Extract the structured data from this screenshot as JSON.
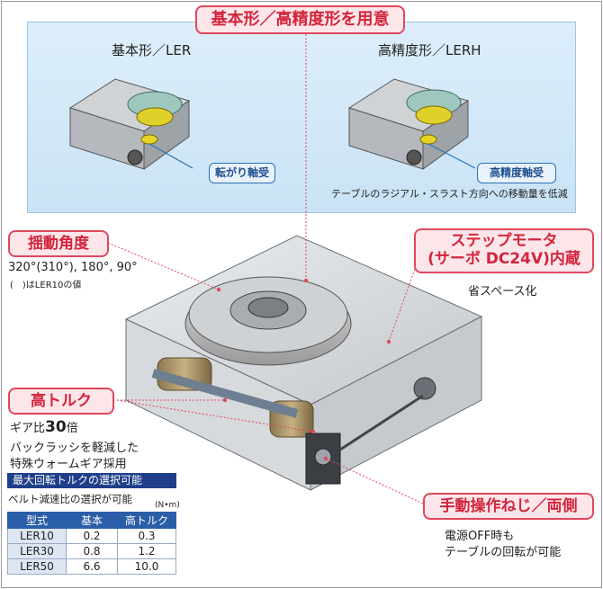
{
  "header": {
    "title": "基本形／高精度形を用意"
  },
  "variants": {
    "basic": {
      "label": "基本形／LER",
      "bearing_badge": "転がり軸受"
    },
    "precision": {
      "label": "高精度形／LERH",
      "bearing_badge": "高精度軸受",
      "note": "テーブルのラジアル・スラスト方向への移動量を低減"
    }
  },
  "features": {
    "swing": {
      "title": "揺動角度",
      "angles": "320°(310°), 180°, 90°",
      "note": "(　)はLER10の値"
    },
    "motor": {
      "title_line1": "ステップモータ",
      "title_line2": "(サーボ DC24V)内蔵",
      "note": "省スペース化"
    },
    "torque": {
      "title": "高トルク",
      "gear_ratio_prefix": "ギア比",
      "gear_ratio_value": "30",
      "gear_ratio_suffix": "倍",
      "line2": "バックラッシを軽減した",
      "line3": "特殊ウォームギア採用"
    },
    "manual": {
      "title": "手動操作ねじ／両側",
      "line1": "電源OFF時も",
      "line2": "テーブルの回転が可能"
    }
  },
  "torque_table": {
    "header": "最大回転トルクの選択可能",
    "subtitle": "ベルト減速比の選択が可能",
    "unit": "(N•m)",
    "columns": [
      "型式",
      "基本",
      "高トルク"
    ],
    "rows": [
      [
        "LER10",
        "0.2",
        "0.3"
      ],
      [
        "LER30",
        "0.8",
        "1.2"
      ],
      [
        "LER50",
        "6.6",
        "10.0"
      ]
    ]
  },
  "colors": {
    "accent_red": "#e0475c",
    "panel_blue": "#d3e8f7",
    "table_navy": "#1f3f8a"
  }
}
